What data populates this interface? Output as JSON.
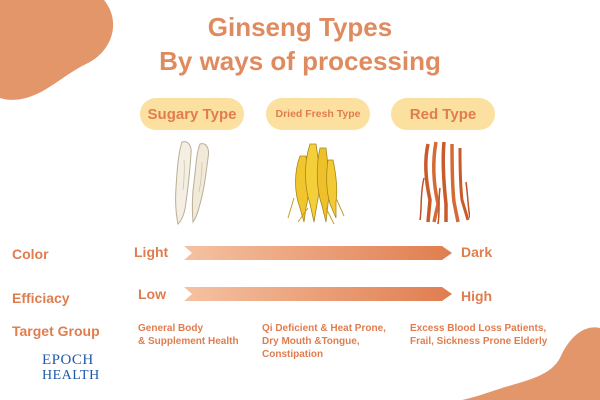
{
  "title": {
    "line1": "Ginseng Types",
    "line2": "By ways of processing"
  },
  "types": [
    {
      "label": "Sugary Type",
      "illustration": "pale-ginseng-roots"
    },
    {
      "label": "Dried Fresh Type",
      "illustration": "yellow-ginseng-roots"
    },
    {
      "label": "Red Type",
      "illustration": "red-ginseng-roots"
    }
  ],
  "rows": {
    "color": {
      "label": "Color",
      "low": "Light",
      "high": "Dark"
    },
    "efficacy": {
      "label": "Efficiacy",
      "low": "Low",
      "high": "High"
    },
    "target": {
      "label": "Target Group",
      "groups": [
        "General Body\n& Supplement Health",
        "Qi Deficient & Heat Prone,\nDry Mouth &Tongue,\nConstipation",
        "Excess Blood Loss Patients,\nFrail, Sickness Prone Elderly"
      ]
    }
  },
  "logo": {
    "line1": "EPOCH",
    "line2": "HEALTH"
  },
  "colors": {
    "accent": "#e07d4f",
    "pill": "#fbe0a0",
    "blob": "#e2966a",
    "logo": "#1f5aa8"
  }
}
